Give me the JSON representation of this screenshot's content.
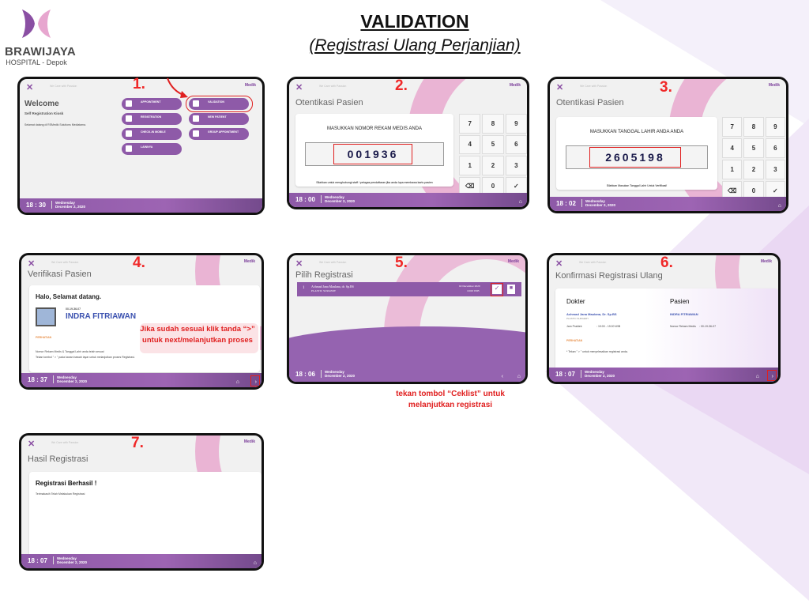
{
  "header": {
    "logo_name": "BRAWIJAYA",
    "logo_sub": "HOSPITAL - Depok",
    "title": "VALIDATION",
    "subtitle": "(Registrasi Ulang Perjanjian)"
  },
  "colors": {
    "brand_purple": "#8e5aa8",
    "brand_pink": "#e7a6cf",
    "annotation_red": "#f02828"
  },
  "common": {
    "tagline": "We Care with Passion",
    "medik": "Medik",
    "day": "Wednesday",
    "date": "December 2, 2020"
  },
  "steps": [
    {
      "num": "1.",
      "time": "18 : 30",
      "welcome": "Welcome",
      "kiosk": "Self Registration Kiosk",
      "intro": "Selamat datang di RSMedik Solutions Mediatama.",
      "menu": [
        "APPOINTMENT",
        "REGISTRATION",
        "CHECK-IN MOBILE",
        "LAINNYA",
        "VALIDATION",
        "NEW PATIENT",
        "GROUP APPOINTMENT"
      ]
    },
    {
      "num": "2.",
      "time": "18 : 00",
      "title": "Otentikasi Pasien",
      "prompt": "MASUKKAN NOMOR REKAM MEDIS ANDA",
      "value": "001936",
      "help": "Silahkan untuk menghubungi staff / petugas pendaftaran jika anda lupa membawa kartu pasien"
    },
    {
      "num": "3.",
      "time": "18 : 02",
      "title": "Otentikasi Pasien",
      "prompt": "MASUKKAN TANGGAL LAHIR ANDA ANDA",
      "value": "2605198",
      "help": "Silahkan Masukan Tanggal Lahir Untuk Verifikasi!"
    },
    {
      "num": "4.",
      "time": "18 : 37",
      "title": "Verifikasi Pasien",
      "greeting": "Halo, Selamat datang.",
      "mrn": "00-19-36-07",
      "patient": "INDRA FITRIAWAN",
      "attention": "PERHATIAN",
      "info1": "Nomor Rekam Medis & Tanggal Lahir anda telah sesuai",
      "info2": "Tekan tombol \" > \" pada kanan bawah layar untuk melanjutkan proses Registrasi.",
      "note": "Jika sudah sesuai klik tanda “>” untuk next/melanjutkan proses"
    },
    {
      "num": "5.",
      "time": "18 : 06",
      "title": "Pilih Registrasi",
      "row": {
        "no": "1",
        "doctor": "Achmad Jana Maulana, dr. Sp.BS",
        "spec": "PLASTIC SURGERY",
        "date": "02 December 2020",
        "hour": "19:00 WIB"
      },
      "note": "tekan tombol “Ceklist” untuk melanjutkan registrasi"
    },
    {
      "num": "6.",
      "time": "18 : 07",
      "title": "Konfirmasi Registrasi Ulang",
      "doc_head": "Dokter",
      "doctor": "Achmad Jana Maulana, Dr. Sp.BS",
      "spec": "PLASTIC SURGERY",
      "jam_label": "Jam Praktek",
      "jam": ": 19:00 - 19:00 WIB",
      "pas_head": "Pasien",
      "patient": "INDRA FITRIAWAN",
      "mr_label": "Nomor Rekam Medis",
      "mr": ": 00-19-36-07",
      "attention": "PERHATIAN",
      "info": "* Tekan \" > \" untuk menyelesaikan registrasi anda."
    },
    {
      "num": "7.",
      "time": "18 : 07",
      "title": "Hasil Registrasi",
      "result": "Registrasi Berhasil !",
      "thanks": "Terimakasih Telah Melakukan Registrasi"
    }
  ],
  "keypad": [
    "7",
    "8",
    "9",
    "4",
    "5",
    "6",
    "1",
    "2",
    "3",
    "⌫",
    "0",
    "✓"
  ]
}
